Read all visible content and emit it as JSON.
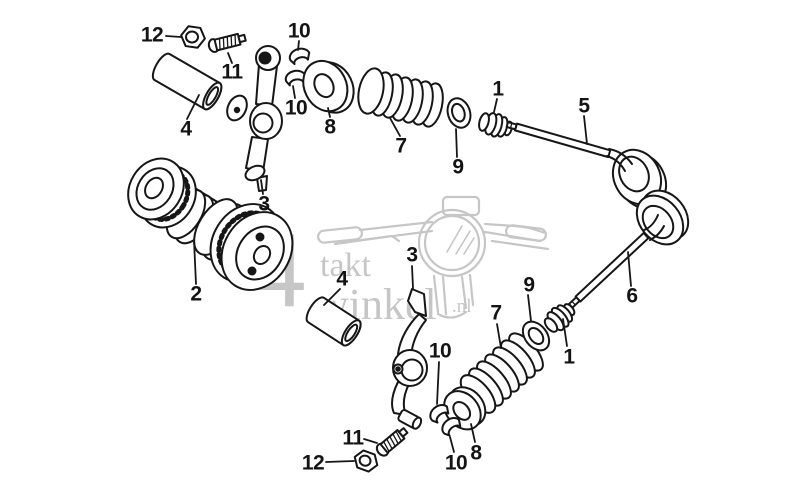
{
  "diagram": {
    "kind": "exploded-parts-diagram",
    "subject": "camshaft and valve train",
    "colors": {
      "line": "#161616",
      "watermark": "#c6c6c6",
      "background": "#ffffff"
    }
  },
  "watermark": {
    "big_numeral": "4",
    "word1": "takt",
    "word2": "winkel",
    "suffix": ".nl"
  },
  "callouts": [
    {
      "num": "12",
      "part": "valve-adjusting-nut-top"
    },
    {
      "num": "11",
      "part": "valve-adjusting-screw-top"
    },
    {
      "num": "4",
      "part": "rocker-arm-shaft-top"
    },
    {
      "num": "10",
      "part": "valve-cotter-top-a"
    },
    {
      "num": "10",
      "part": "valve-cotter-top-b"
    },
    {
      "num": "8",
      "part": "spring-retainer-top"
    },
    {
      "num": "7",
      "part": "valve-spring-top"
    },
    {
      "num": "9",
      "part": "spring-seat-top"
    },
    {
      "num": "1",
      "part": "valve-stem-seal-top"
    },
    {
      "num": "5",
      "part": "valve-intake"
    },
    {
      "num": "2",
      "part": "camshaft"
    },
    {
      "num": "3",
      "part": "rocker-arm-top"
    },
    {
      "num": "3",
      "part": "rocker-arm-bottom"
    },
    {
      "num": "4",
      "part": "rocker-arm-shaft-bottom"
    },
    {
      "num": "10",
      "part": "valve-cotter-bottom-a"
    },
    {
      "num": "7",
      "part": "valve-spring-bottom"
    },
    {
      "num": "9",
      "part": "spring-seat-bottom"
    },
    {
      "num": "1",
      "part": "valve-stem-seal-bottom"
    },
    {
      "num": "6",
      "part": "valve-exhaust"
    },
    {
      "num": "8",
      "part": "spring-retainer-bottom"
    },
    {
      "num": "10",
      "part": "valve-cotter-bottom-b"
    },
    {
      "num": "11",
      "part": "valve-adjusting-screw-bottom"
    },
    {
      "num": "12",
      "part": "valve-adjusting-nut-bottom"
    }
  ]
}
